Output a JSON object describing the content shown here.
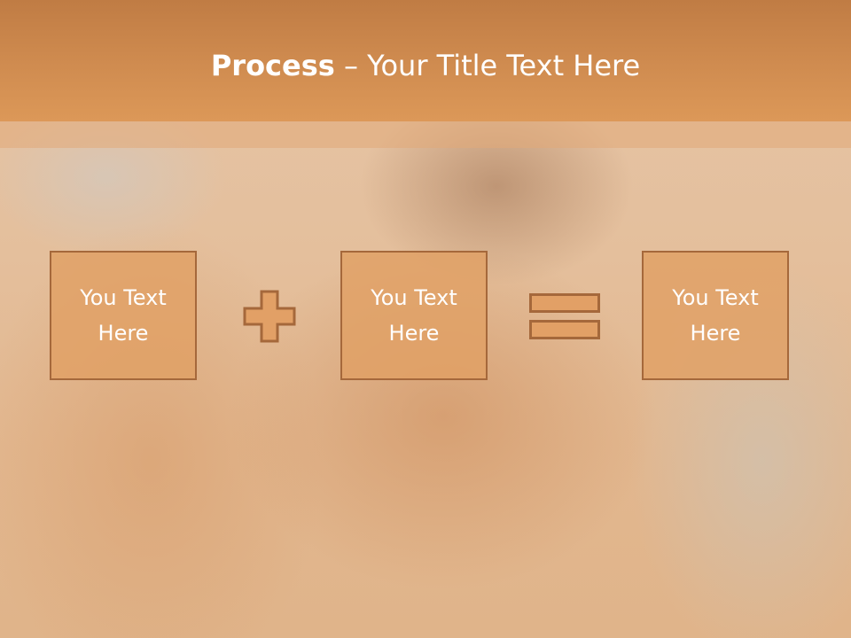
{
  "slide": {
    "title_bold": "Process",
    "title_rest": " – Your Title Text Here",
    "boxes": [
      {
        "line1": "You Text",
        "line2": "Here"
      },
      {
        "line1": "You Text",
        "line2": "Here"
      },
      {
        "line1": "You Text",
        "line2": "Here"
      }
    ],
    "operators": [
      "plus-icon",
      "equals-icon"
    ],
    "colors": {
      "header": "#d08c50",
      "box_fill": "#e0a064",
      "box_border": "#a5683b",
      "text": "#ffffff"
    }
  }
}
